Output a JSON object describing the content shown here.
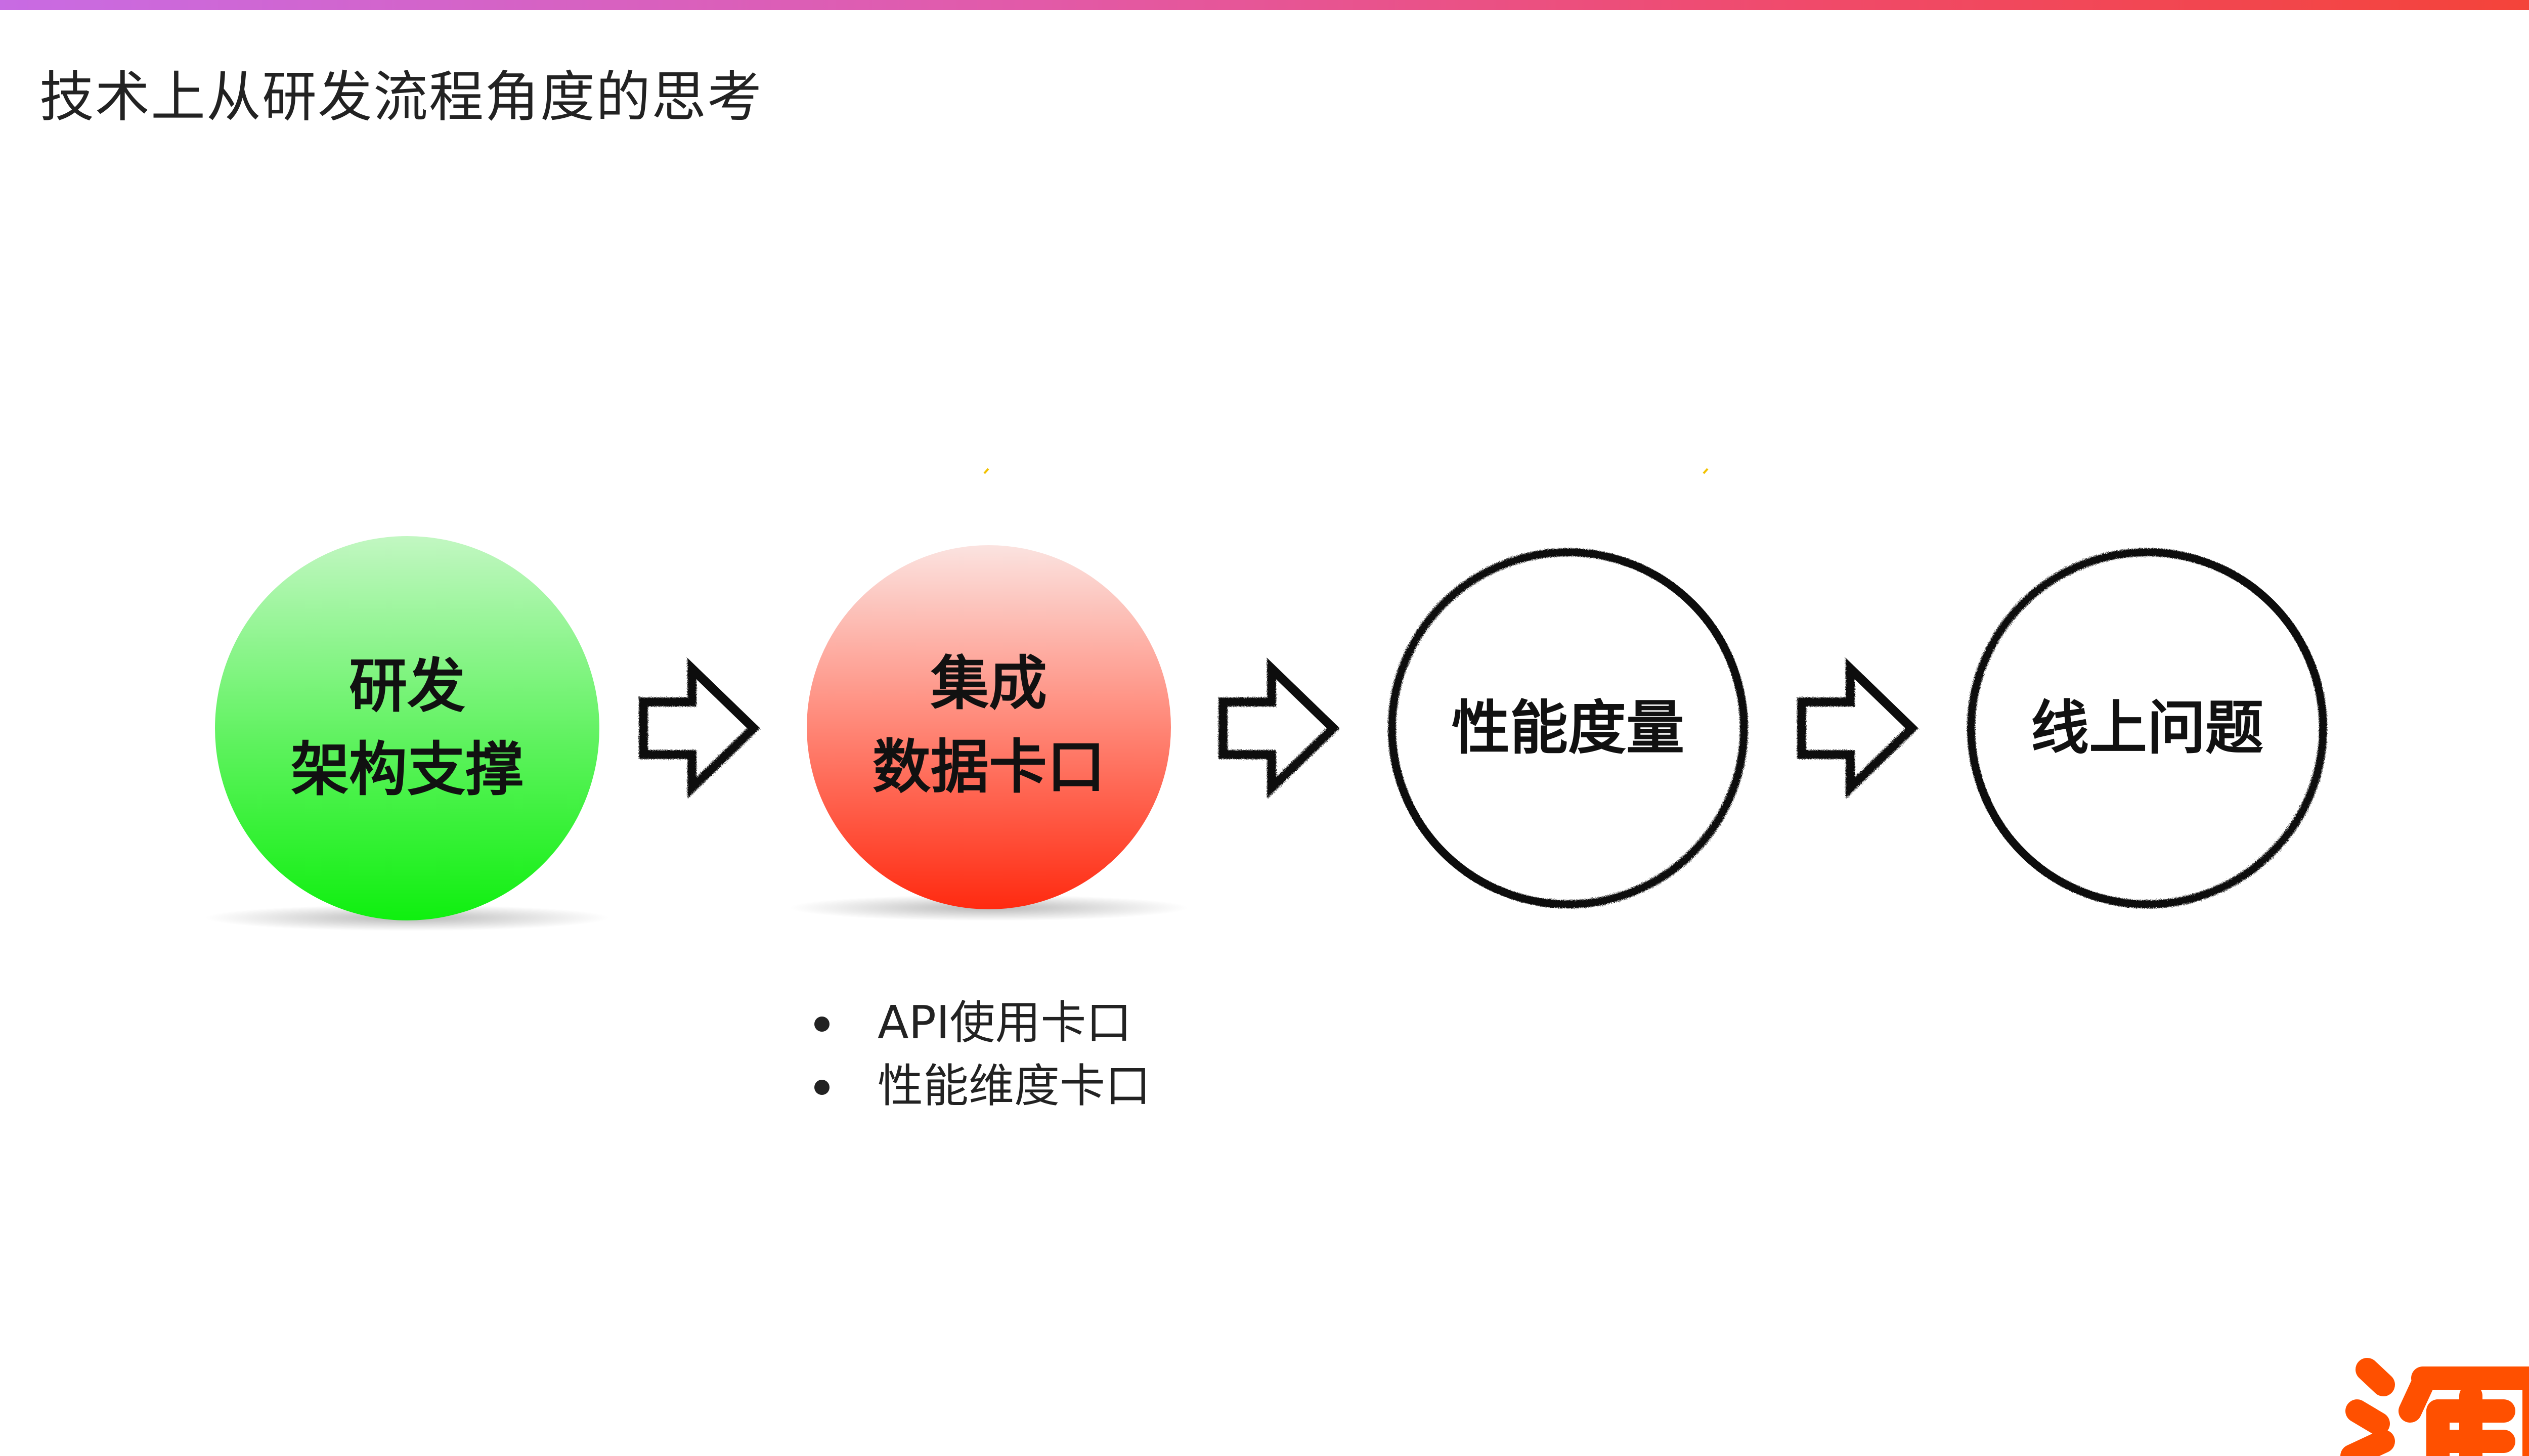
{
  "slide": {
    "title": "技术上从研发流程角度的思考"
  },
  "flow": {
    "nodes": [
      {
        "id": "rd",
        "lines": [
          "研发",
          "架构支撑"
        ],
        "style": "filled",
        "fill": "#22ee22"
      },
      {
        "id": "integration",
        "lines": [
          "集成",
          "数据卡口"
        ],
        "style": "filled",
        "fill": "#ff3b1f"
      },
      {
        "id": "performance",
        "lines": [
          "性能度量"
        ],
        "style": "sketch-outline",
        "fill": "#ffffff"
      },
      {
        "id": "online",
        "lines": [
          "线上问题"
        ],
        "style": "sketch-outline",
        "fill": "#ffffff"
      }
    ],
    "arrow_icon": "hand-drawn-right-arrow-icon"
  },
  "integration_details": {
    "items": [
      "API使用卡口",
      "性能维度卡口"
    ]
  },
  "colors": {
    "accent_gradient": [
      "#c86be3",
      "#f44336"
    ],
    "green": "#22ee22",
    "red": "#ff3b1f",
    "ink": "#111111",
    "logo_orange": "#ff5000"
  },
  "logo": {
    "icon": "taobao-logo-icon"
  }
}
